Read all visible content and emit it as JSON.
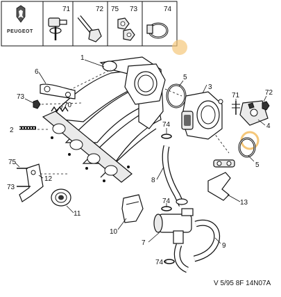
{
  "header": {
    "brand": "PEUGEOT",
    "fasteners": [
      "71",
      "72",
      "75",
      "73",
      "74"
    ]
  },
  "callouts": {
    "c1": "1",
    "c2": "2",
    "c3": "3",
    "c4": "4",
    "c5a": "5",
    "c5b": "5",
    "c6": "6",
    "c7": "7",
    "c8": "8",
    "c9": "9",
    "c10": "10",
    "c11": "11",
    "c12": "12",
    "c13": "13",
    "c70": "70",
    "c71": "71",
    "c72": "72",
    "c73a": "73",
    "c73b": "73",
    "c74a": "74",
    "c74b": "74",
    "c74c": "74",
    "c75": "75"
  },
  "footer": {
    "reference": "V 5/95 8F 14N07A"
  },
  "highlight_color": "#f5c77a"
}
